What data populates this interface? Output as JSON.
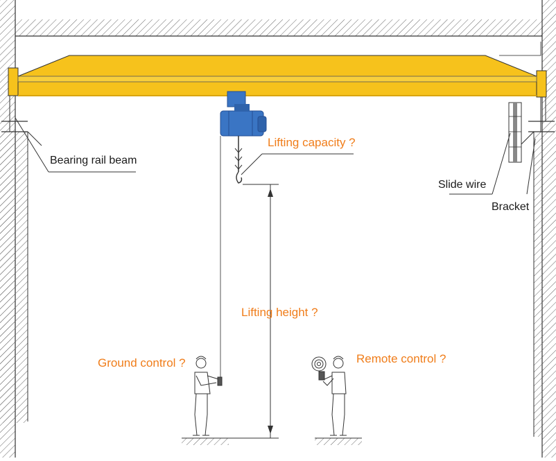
{
  "labels": {
    "bearing_rail_beam": "Bearing rail beam",
    "lifting_capacity": "Lifting capacity ?",
    "slide_wire": "Slide wire",
    "bracket": "Bracket",
    "lifting_height": "Lifting height ?",
    "ground_control": "Ground control ?",
    "remote_control": "Remote control ?"
  },
  "colors": {
    "girder": "#f6c21c",
    "girder_shadow": "#d9a50f",
    "hoist": "#3a75c4",
    "hoist_dark": "#244f94",
    "question_text": "#f07d1a",
    "line": "#333333",
    "hatch": "#555555"
  },
  "icons": {
    "hoist": "electric-hoist-icon",
    "hook": "hook-icon",
    "operator_ground": "operator-pendant-icon",
    "operator_remote": "operator-remote-icon"
  }
}
